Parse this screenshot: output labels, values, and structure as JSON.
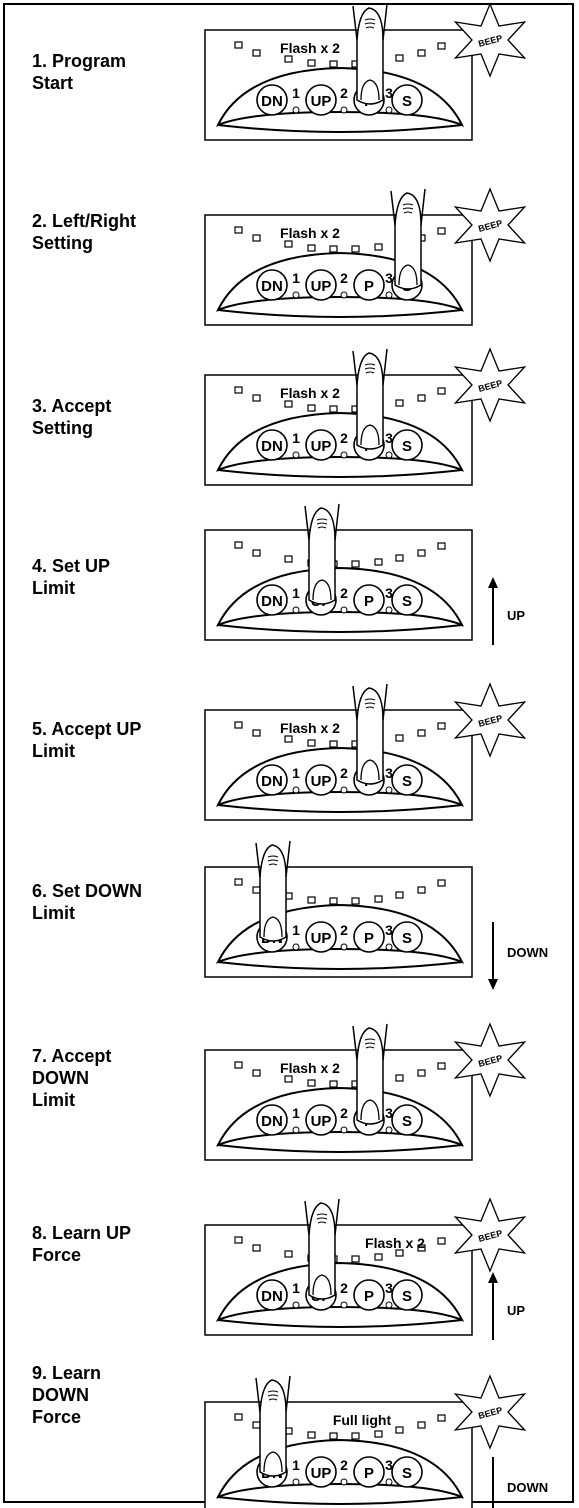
{
  "buttons": {
    "down": "DN",
    "up": "UP",
    "program": "P",
    "setting": "S",
    "num1": "1",
    "num2": "2",
    "num3": "3"
  },
  "beep_label": "BEEP",
  "steps": [
    {
      "label": "1. Program\nStart",
      "panel_text": "Flash x 2",
      "beep": true,
      "finger": "P",
      "arrow": null,
      "arrow_label": ""
    },
    {
      "label": "2. Left/Right\nSetting",
      "panel_text": "Flash x 2",
      "beep": true,
      "finger": "S",
      "arrow": null,
      "arrow_label": ""
    },
    {
      "label": "3. Accept\nSetting",
      "panel_text": "Flash x 2",
      "beep": true,
      "finger": "P",
      "arrow": null,
      "arrow_label": ""
    },
    {
      "label": "4. Set UP\nLimit",
      "panel_text": "",
      "beep": false,
      "finger": "UP",
      "arrow": "up",
      "arrow_label": "UP"
    },
    {
      "label": "5. Accept UP\nLimit",
      "panel_text": "Flash x 2",
      "beep": true,
      "finger": "P",
      "arrow": null,
      "arrow_label": ""
    },
    {
      "label": "6. Set DOWN\nLimit",
      "panel_text": "",
      "beep": false,
      "finger": "DN",
      "arrow": "down",
      "arrow_label": "DOWN"
    },
    {
      "label": "7. Accept\nDOWN\nLimit",
      "panel_text": "Flash x 2",
      "beep": true,
      "finger": "P",
      "arrow": null,
      "arrow_label": ""
    },
    {
      "label": "8. Learn UP\nForce",
      "panel_text": "Flash x 2",
      "beep": true,
      "finger": "UP",
      "arrow": "up",
      "arrow_label": "UP"
    },
    {
      "label": "9. Learn\nDOWN\nForce",
      "panel_text": "Full light",
      "beep": true,
      "finger": "DN",
      "arrow": "down",
      "arrow_label": "DOWN"
    }
  ]
}
